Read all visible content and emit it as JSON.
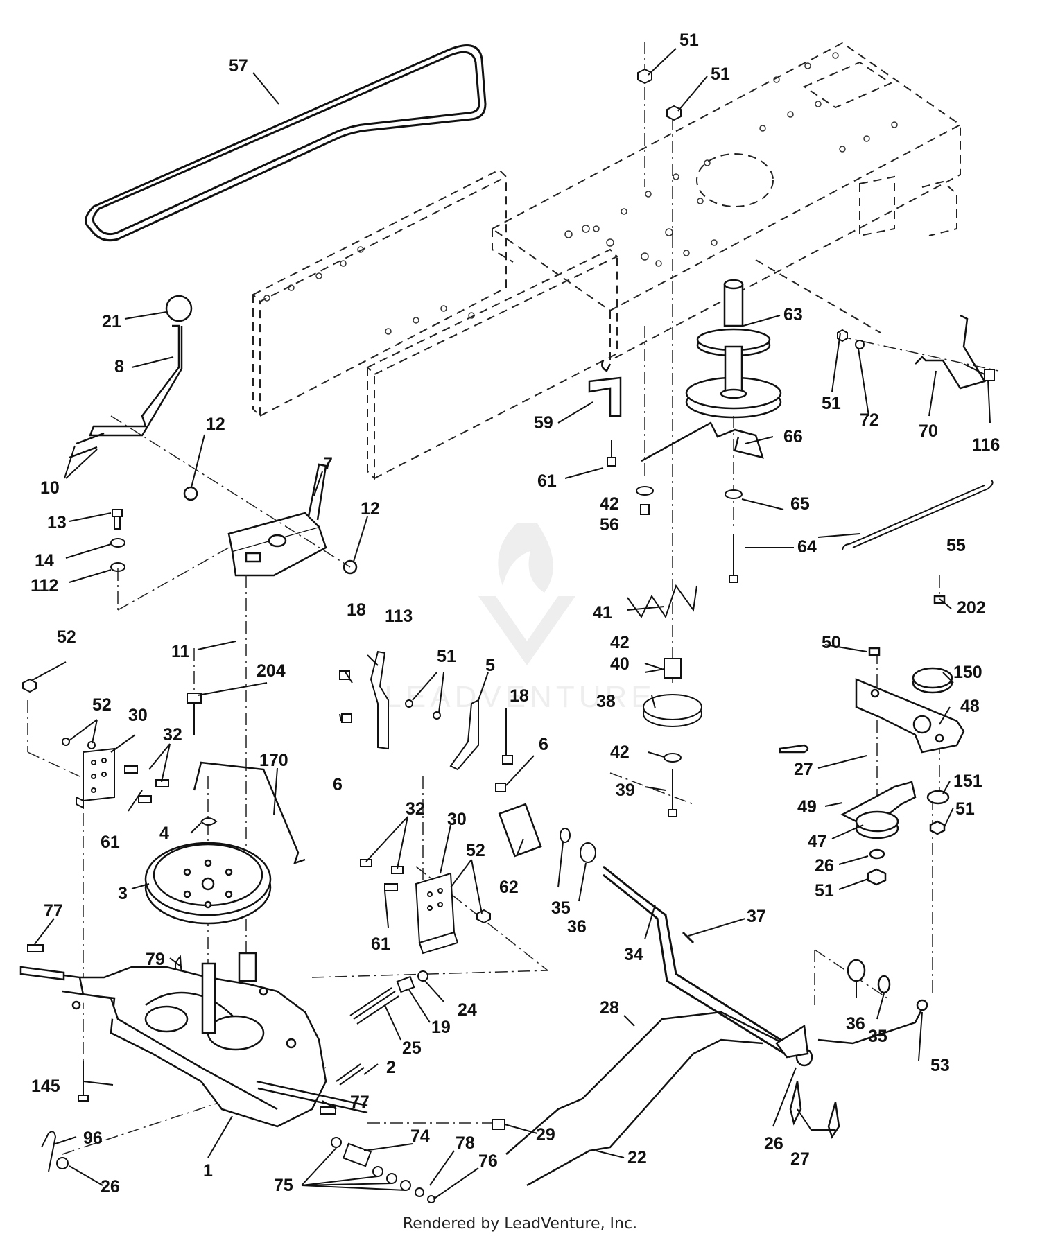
{
  "diagram": {
    "footer_text": "Rendered by LeadVenture, Inc.",
    "watermark_text": "LEADVENTURE",
    "callouts": [
      {
        "id": "c57",
        "label": "57"
      },
      {
        "id": "c51a",
        "label": "51"
      },
      {
        "id": "c51b",
        "label": "51"
      },
      {
        "id": "c21",
        "label": "21"
      },
      {
        "id": "c8",
        "label": "8"
      },
      {
        "id": "c63",
        "label": "63"
      },
      {
        "id": "c51c",
        "label": "51"
      },
      {
        "id": "c72",
        "label": "72"
      },
      {
        "id": "c70",
        "label": "70"
      },
      {
        "id": "c116",
        "label": "116"
      },
      {
        "id": "c59",
        "label": "59"
      },
      {
        "id": "c66",
        "label": "66"
      },
      {
        "id": "c12a",
        "label": "12"
      },
      {
        "id": "c10",
        "label": "10"
      },
      {
        "id": "c7",
        "label": "7"
      },
      {
        "id": "c12b",
        "label": "12"
      },
      {
        "id": "c13",
        "label": "13"
      },
      {
        "id": "c14",
        "label": "14"
      },
      {
        "id": "c112",
        "label": "112"
      },
      {
        "id": "c61a",
        "label": "61"
      },
      {
        "id": "c42a",
        "label": "42"
      },
      {
        "id": "c56",
        "label": "56"
      },
      {
        "id": "c65",
        "label": "65"
      },
      {
        "id": "c64",
        "label": "64"
      },
      {
        "id": "c55",
        "label": "55"
      },
      {
        "id": "c41",
        "label": "41"
      },
      {
        "id": "c42b",
        "label": "42"
      },
      {
        "id": "c40",
        "label": "40"
      },
      {
        "id": "c38",
        "label": "38"
      },
      {
        "id": "c42c",
        "label": "42"
      },
      {
        "id": "c39",
        "label": "39"
      },
      {
        "id": "c52a",
        "label": "52"
      },
      {
        "id": "c11",
        "label": "11"
      },
      {
        "id": "c204",
        "label": "204"
      },
      {
        "id": "c18a",
        "label": "18"
      },
      {
        "id": "c113",
        "label": "113"
      },
      {
        "id": "c51d",
        "label": "51"
      },
      {
        "id": "c5",
        "label": "5"
      },
      {
        "id": "c18b",
        "label": "18"
      },
      {
        "id": "c6a",
        "label": "6"
      },
      {
        "id": "c6b",
        "label": "6"
      },
      {
        "id": "c52b",
        "label": "52"
      },
      {
        "id": "c30a",
        "label": "30"
      },
      {
        "id": "c32a",
        "label": "32"
      },
      {
        "id": "c170",
        "label": "170"
      },
      {
        "id": "c61b",
        "label": "61"
      },
      {
        "id": "c4",
        "label": "4"
      },
      {
        "id": "c3",
        "label": "3"
      },
      {
        "id": "c50",
        "label": "50"
      },
      {
        "id": "c202",
        "label": "202"
      },
      {
        "id": "c150",
        "label": "150"
      },
      {
        "id": "c48",
        "label": "48"
      },
      {
        "id": "c27a",
        "label": "27"
      },
      {
        "id": "c49",
        "label": "49"
      },
      {
        "id": "c151",
        "label": "151"
      },
      {
        "id": "c51e",
        "label": "51"
      },
      {
        "id": "c47",
        "label": "47"
      },
      {
        "id": "c26a",
        "label": "26"
      },
      {
        "id": "c51f",
        "label": "51"
      },
      {
        "id": "c32b",
        "label": "32"
      },
      {
        "id": "c30b",
        "label": "30"
      },
      {
        "id": "c52c",
        "label": "52"
      },
      {
        "id": "c62",
        "label": "62"
      },
      {
        "id": "c35a",
        "label": "35"
      },
      {
        "id": "c36a",
        "label": "36"
      },
      {
        "id": "c61c",
        "label": "61"
      },
      {
        "id": "c37",
        "label": "37"
      },
      {
        "id": "c34",
        "label": "34"
      },
      {
        "id": "c77a",
        "label": "77"
      },
      {
        "id": "c79",
        "label": "79"
      },
      {
        "id": "c24",
        "label": "24"
      },
      {
        "id": "c19",
        "label": "19"
      },
      {
        "id": "c25",
        "label": "25"
      },
      {
        "id": "c28",
        "label": "28"
      },
      {
        "id": "c36b",
        "label": "36"
      },
      {
        "id": "c35b",
        "label": "35"
      },
      {
        "id": "c53",
        "label": "53"
      },
      {
        "id": "c2",
        "label": "2"
      },
      {
        "id": "c145",
        "label": "145"
      },
      {
        "id": "c77b",
        "label": "77"
      },
      {
        "id": "c74",
        "label": "74"
      },
      {
        "id": "c29",
        "label": "29"
      },
      {
        "id": "c26b",
        "label": "26"
      },
      {
        "id": "c27b",
        "label": "27"
      },
      {
        "id": "c96",
        "label": "96"
      },
      {
        "id": "c78",
        "label": "78"
      },
      {
        "id": "c76",
        "label": "76"
      },
      {
        "id": "c22",
        "label": "22"
      },
      {
        "id": "c1",
        "label": "1"
      },
      {
        "id": "c26c",
        "label": "26"
      },
      {
        "id": "c75",
        "label": "75"
      }
    ]
  }
}
